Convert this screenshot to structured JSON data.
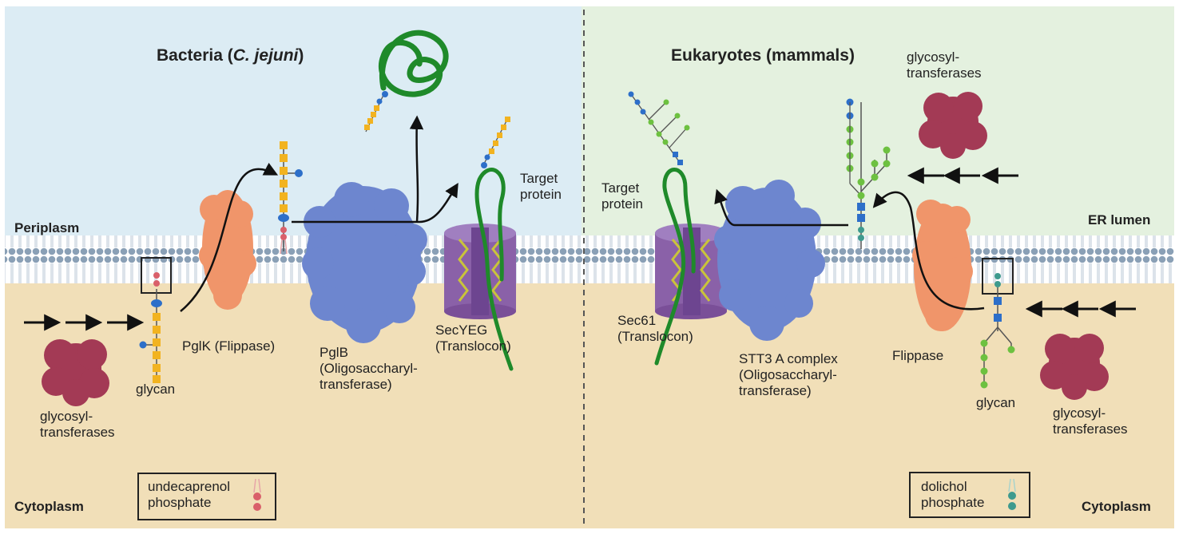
{
  "bacteria": {
    "title": "Bacteria (",
    "title_italic": "C. jejuni",
    "title_end": ")",
    "periplasm_label": "Periplasm",
    "cytoplasm_label": "Cytoplasm",
    "glycosyltransferases_label": "glycosyl-\ntransferases",
    "glycan_label": "glycan",
    "flippase_label": "PglK (Flippase)",
    "ost_label": "PglB\n(Oligosaccharyl-\ntransferase)",
    "translocon_label": "SecYEG\n(Translocon)",
    "target_protein_label": "Target\nprotein",
    "lipid_legend": "undecaprenol\nphosphate"
  },
  "eukaryotes": {
    "title": "Eukaryotes (mammals)",
    "er_lumen_label": "ER lumen",
    "cytoplasm_label": "Cytoplasm",
    "glycosyltransferases_top_label": "glycosyl-\ntransferases",
    "glycosyltransferases_bottom_label": "glycosyl-\ntransferases",
    "glycan_label": "glycan",
    "flippase_label": "Flippase",
    "ost_label": "STT3 A complex\n(Oligosaccharyl-\ntransferase)",
    "translocon_label": "Sec61\n(Translocon)",
    "target_protein_label": "Target\nprotein",
    "lipid_legend": "dolichol\nphosphate"
  },
  "colors": {
    "bacteria_top": "#dcecf4",
    "eukaryote_top": "#e4f1df",
    "bottom": "#f1dfb8",
    "membrane_head": "#8aa0b6",
    "flippase": "#f0956a",
    "ost": "#6d86cf",
    "translocon": "#8a61a8",
    "glycosyltransferase": "#a33a55",
    "protein": "#1f8a2a",
    "sugar_yellow": "#f2b320",
    "sugar_blue": "#2d6fc9",
    "sugar_green": "#6dc140"
  }
}
